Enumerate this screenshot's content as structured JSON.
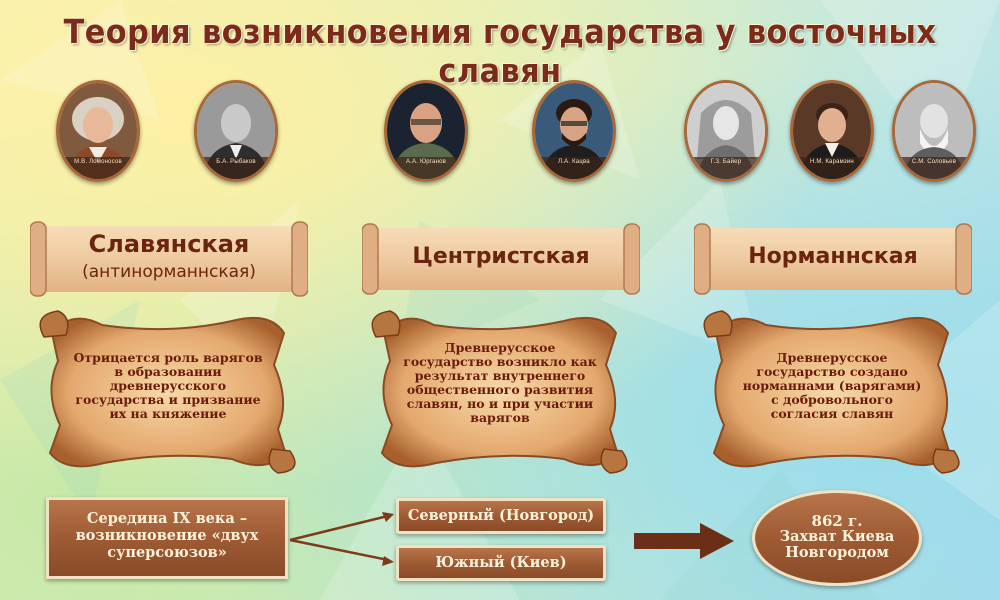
{
  "title": "Теория возникновения государства у восточных славян",
  "portraits": [
    {
      "name": "М.В. Ломоносов",
      "icon": "portrait-powdered-wig-icon"
    },
    {
      "name": "Б.А. Рыбаков",
      "icon": "portrait-bald-man-suit-icon"
    },
    {
      "name": "А.А. Юрганов",
      "icon": "portrait-bald-man-sweater-icon"
    },
    {
      "name": "Л.А. Кацва",
      "icon": "portrait-man-glasses-beard-icon"
    },
    {
      "name": "Г.З. Байер",
      "icon": "portrait-long-wig-icon"
    },
    {
      "name": "Н.М. Карамзин",
      "icon": "portrait-man-tailcoat-icon"
    },
    {
      "name": "С.М. Соловьев",
      "icon": "portrait-bearded-old-man-icon"
    }
  ],
  "theories": [
    {
      "name": "Славянская",
      "subtitle": "(антинорманнская)",
      "description": "Отрицается роль варягов в образовании древнерусского государства и призвание их на княжение"
    },
    {
      "name": "Центристская",
      "subtitle": "",
      "description": "Древнерусское государство возникло как результат внутреннего общественного развития славян, но и при участии варягов"
    },
    {
      "name": "Норманнская",
      "subtitle": "",
      "description": "Древнерусское государство создано норманнами (варягами) с добровольного согласия славян"
    }
  ],
  "timeline": {
    "start": "Середина IX  века – возникновение «двух суперсоюзов»",
    "branches": [
      "Северный (Новгород)",
      "Южный (Киев)"
    ],
    "result_year": "862 г.",
    "result_text": "Захват Киева Новгородом"
  },
  "colors": {
    "title": "#7a2b1a",
    "banner_text": "#6a2510",
    "box_fill": "#9e5b34",
    "parchment": "#e7b27a"
  }
}
